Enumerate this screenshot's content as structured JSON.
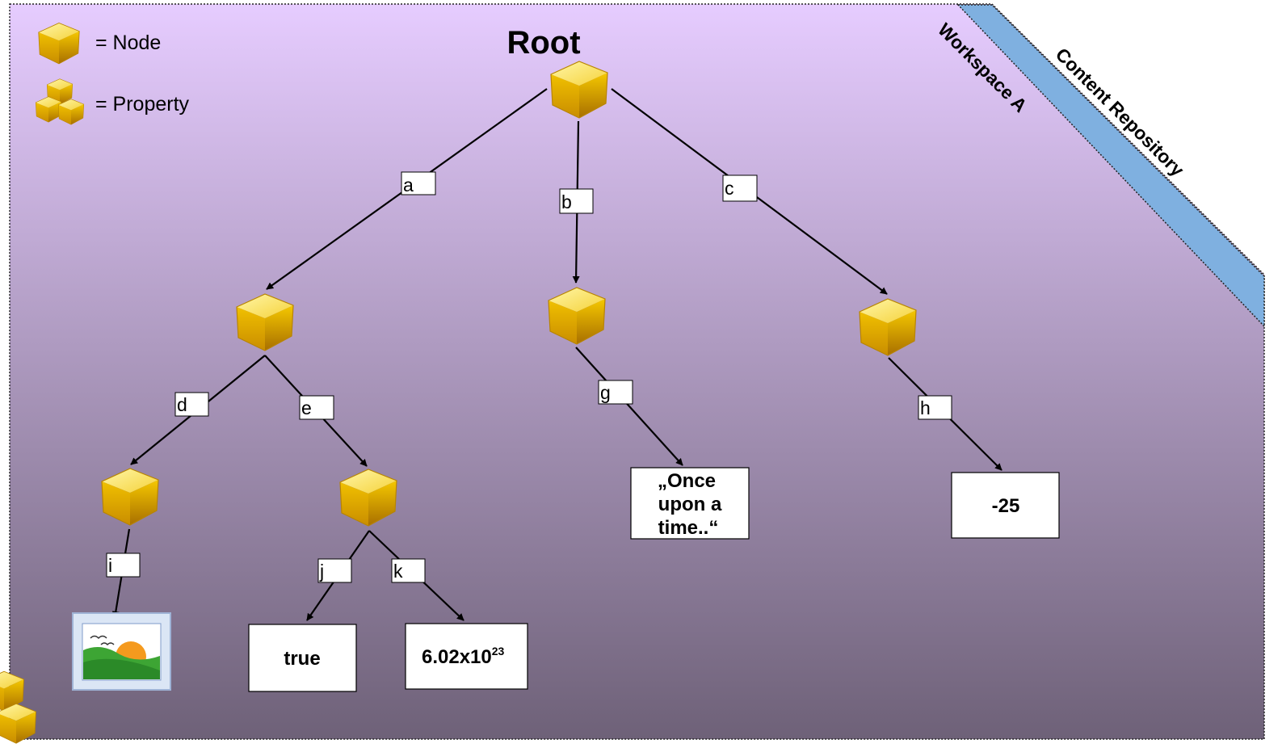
{
  "title": "Root",
  "legend": {
    "node": "= Node",
    "property": "= Property"
  },
  "banners": {
    "workspace": "Workspace A",
    "repository": "Content Repository"
  },
  "edges": {
    "a": "a",
    "b": "b",
    "c": "c",
    "d": "d",
    "e": "e",
    "g": "g",
    "h": "h",
    "i": "i",
    "j": "j",
    "k": "k"
  },
  "values": {
    "g_line1": "„Once",
    "g_line2": "upon a",
    "g_line3": "time..“",
    "h": "-25",
    "j": "true",
    "k_base": "6.02x10",
    "k_exp": "23"
  },
  "icons": {
    "node": "cube-icon",
    "property": "cube-stack-icon",
    "image": "landscape-image-icon"
  },
  "colors": {
    "bg_top": "#e6ccff",
    "bg_bottom": "#6e6178",
    "banner": "#7fb0e0",
    "cube": "#f2c200"
  }
}
